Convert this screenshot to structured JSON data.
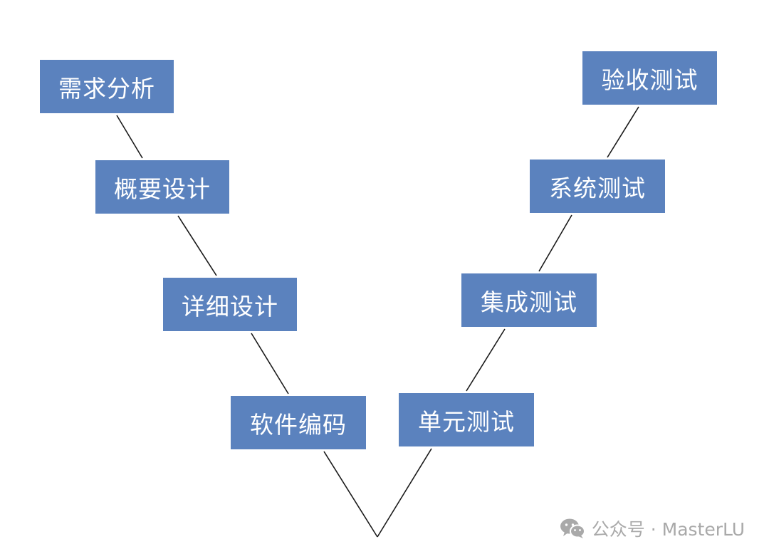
{
  "diagram": {
    "left_branch": [
      "需求分析",
      "概要设计",
      "详细设计",
      "软件编码"
    ],
    "right_branch": [
      "单元测试",
      "集成测试",
      "系统测试",
      "验收测试"
    ]
  },
  "watermark": {
    "icon": "wechat-icon",
    "text": "公众号 · MasterLU"
  },
  "colors": {
    "box_fill": "#5b82be",
    "box_text": "#ffffff",
    "line": "#1a1a1a",
    "watermark": "#a9a9a9"
  }
}
